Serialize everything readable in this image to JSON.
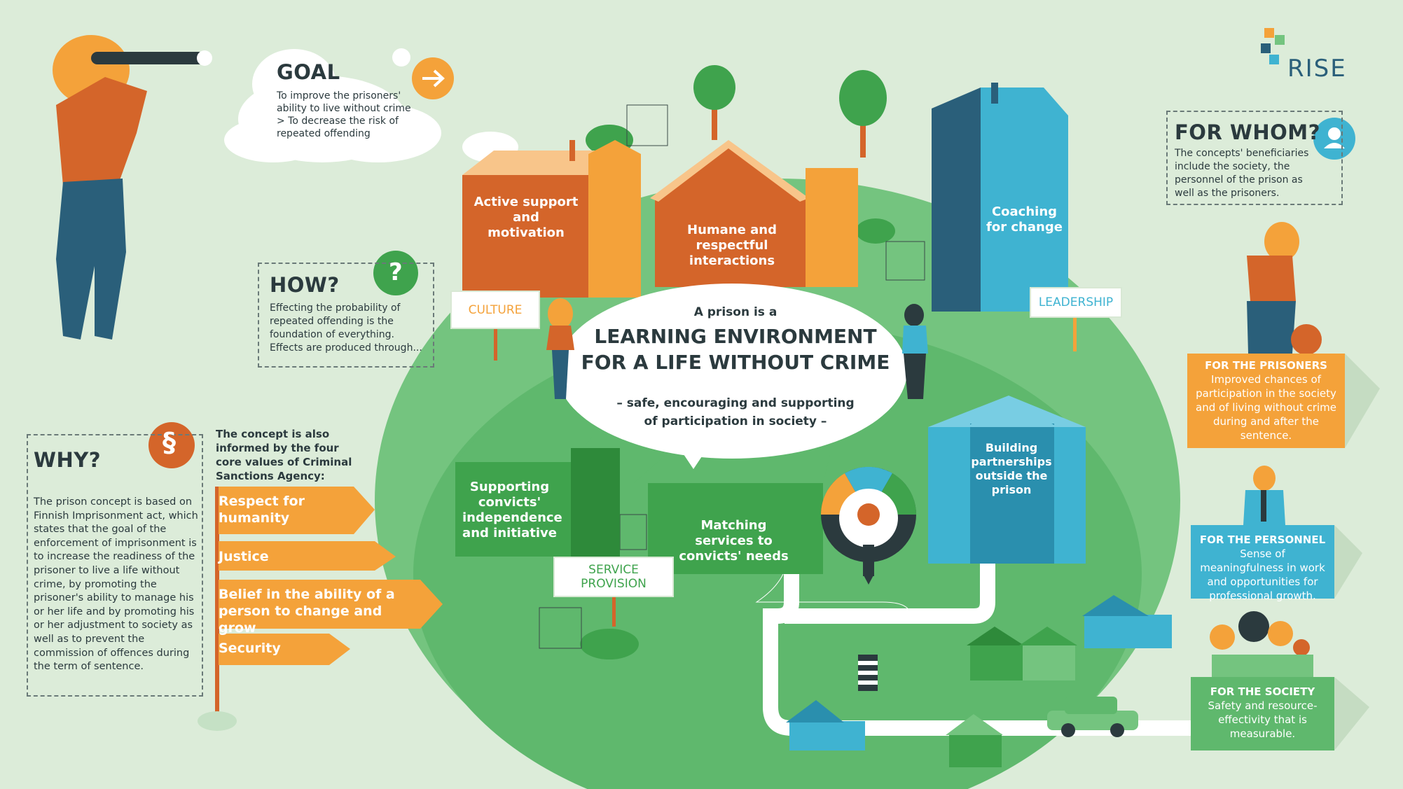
{
  "logo": {
    "text": "RISE"
  },
  "goal": {
    "title": "GOAL",
    "text": "To improve the prisoners' ability to live without crime > To decrease the risk of repeated offending"
  },
  "how": {
    "title": "HOW?",
    "text": "Effecting the probability of repeated offending is the foundation of everything. Effects are produced through..."
  },
  "why": {
    "title": "WHY?",
    "text": "The prison concept is based on Finnish Imprisonment act, which states that the goal of the enforcement of imprisonment is to increase the readiness of the prisoner to live a life without crime, by promoting the prisoner's ability to manage his or her life and by promoting his or her adjustment to society as well as to prevent the commission of offences during the term of sentence."
  },
  "values": {
    "intro": "The concept is also informed by the four core values of Criminal Sanctions Agency:",
    "items": [
      "Respect for humanity",
      "Justice",
      "Belief in the ability of a person to change and grow",
      "Security"
    ]
  },
  "center": {
    "pre": "A prison is a",
    "title_line1": "LEARNING ENVIRONMENT",
    "title_line2": "FOR A LIFE WITHOUT CRIME",
    "sub_line1": "– safe, encouraging and supporting",
    "sub_line2": "of participation in society –"
  },
  "buildings": {
    "active_support": "Active support and motivation",
    "humane": "Humane and respectful interactions",
    "coaching": "Coaching for change",
    "supporting": "Supporting convicts' independence and initiative",
    "matching": "Matching services to convicts' needs",
    "partnerships": "Building partnerships outside the prison"
  },
  "signs": {
    "culture": "CULTURE",
    "leadership": "LEADERSHIP",
    "service_line1": "SERVICE",
    "service_line2": "PROVISION"
  },
  "for_whom": {
    "title": "FOR WHOM?",
    "text": "The concepts' beneficiaries include the society, the personnel of the prison as well as the prisoners."
  },
  "beneficiaries": {
    "prisoners": {
      "title": "FOR THE PRISONERS",
      "text": "Improved chances of participation in the society and of living without crime during and after the sentence."
    },
    "personnel": {
      "title": "FOR THE PERSONNEL",
      "text": "Sense of meaningfulness in work and opportunities for professional growth."
    },
    "society": {
      "title": "FOR THE SOCIETY",
      "text": "Safety and resource-effectivity that is measurable."
    }
  },
  "colors": {
    "background": "#dcecd9",
    "green_dark": "#3fa34d",
    "green_light": "#74c47f",
    "orange": "#f4a23a",
    "orange_dark": "#d4652a",
    "blue_dark": "#2a5f7a",
    "blue_light": "#3fb3d1",
    "text_dark": "#2b3a3e"
  }
}
